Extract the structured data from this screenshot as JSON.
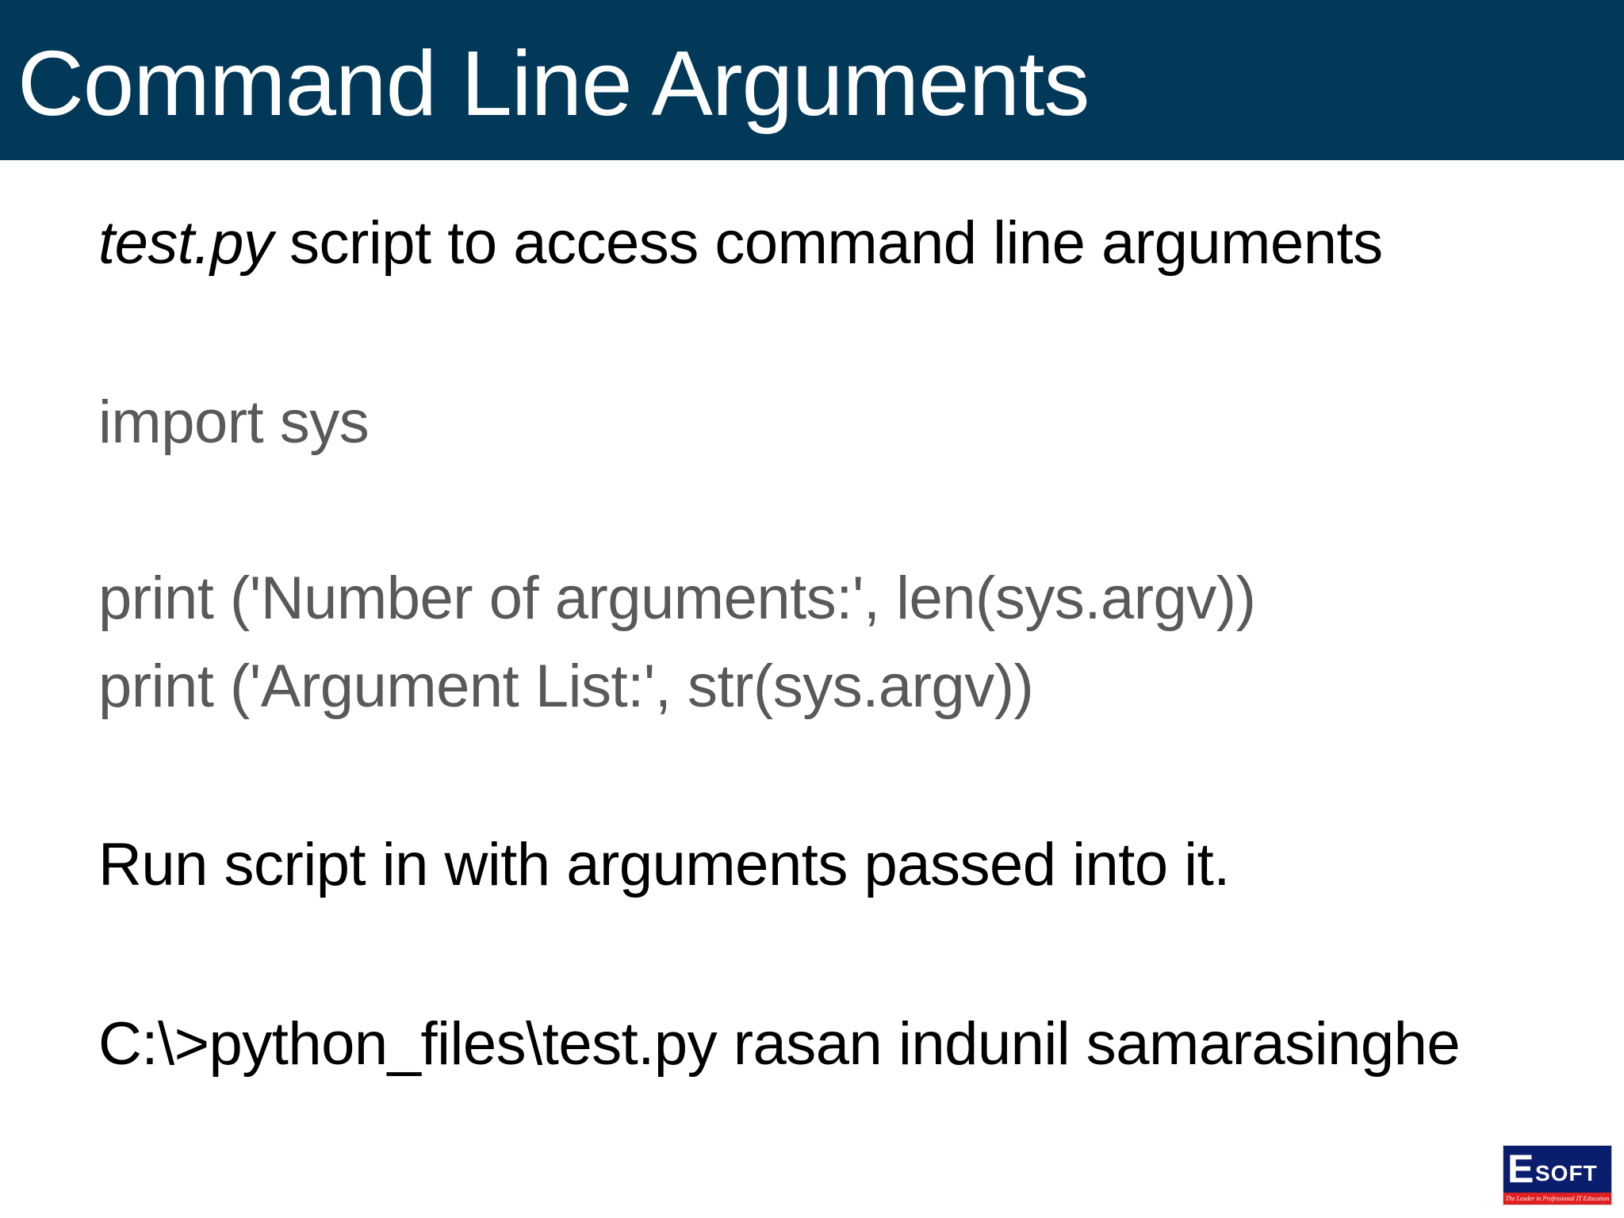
{
  "slide": {
    "title": "Command Line Arguments",
    "intro_italic": "test.py",
    "intro_rest": " script to access command line arguments",
    "code": [
      "import sys",
      "print ('Number of arguments:', len(sys.argv))",
      "print ('Argument List:', str(sys.argv))"
    ],
    "run_text": "Run script in with arguments passed into it.",
    "command": "C:\\>python_files\\test.py rasan indunil samarasinghe"
  },
  "logo": {
    "name": "ESOFT",
    "letter_e": "E",
    "letters_soft": "SOFT",
    "tagline": "The Leader in Professional IT Education"
  },
  "colors": {
    "header": "#023858",
    "code": "#595959",
    "logo_blue": "#0b1e6e",
    "logo_red": "#e02020"
  }
}
